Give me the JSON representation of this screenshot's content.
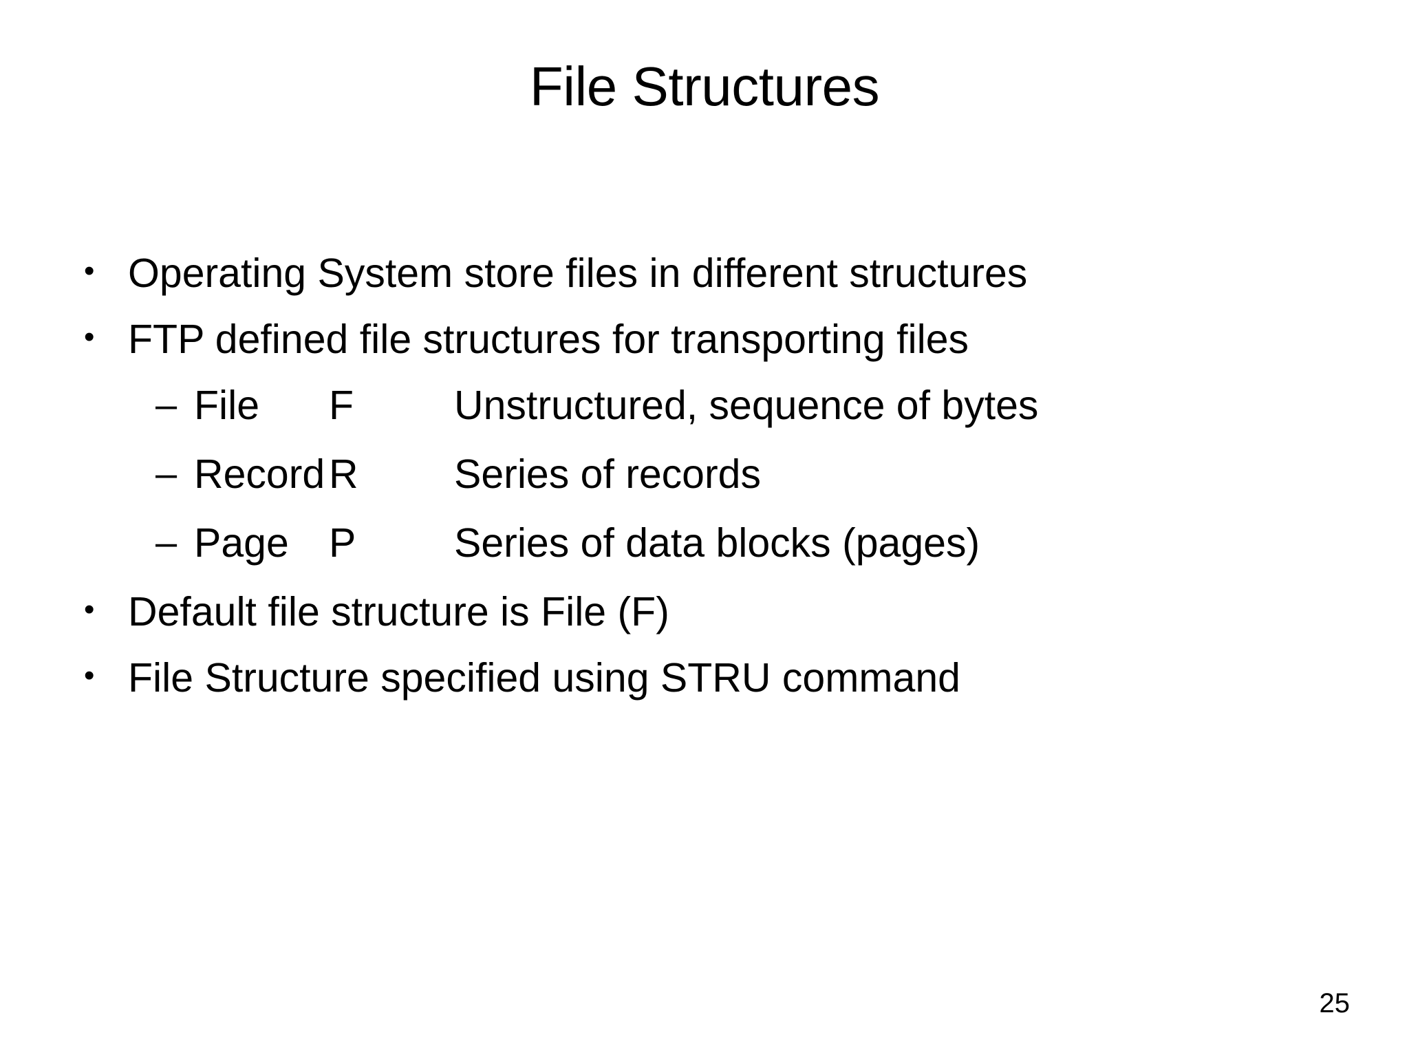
{
  "slide": {
    "title": "File Structures",
    "page_number": "25",
    "background_color": "#ffffff",
    "text_color": "#000000",
    "bullet_marker": "•",
    "sub_bullet_marker": "–",
    "content": [
      {
        "level": 1,
        "text": "Operating System store files in different structures"
      },
      {
        "level": 1,
        "text": "FTP defined file structures for transporting files"
      },
      {
        "level": 2,
        "name": "File",
        "code": "F",
        "description": "Unstructured, sequence of bytes"
      },
      {
        "level": 2,
        "name": "Record",
        "code": "R",
        "description": "Series of records"
      },
      {
        "level": 2,
        "name": "Page",
        "code": "P",
        "description": "Series of data blocks (pages)"
      },
      {
        "level": 1,
        "text": "Default file structure is File (F)"
      },
      {
        "level": 1,
        "text": "File Structure specified using STRU command"
      }
    ]
  }
}
